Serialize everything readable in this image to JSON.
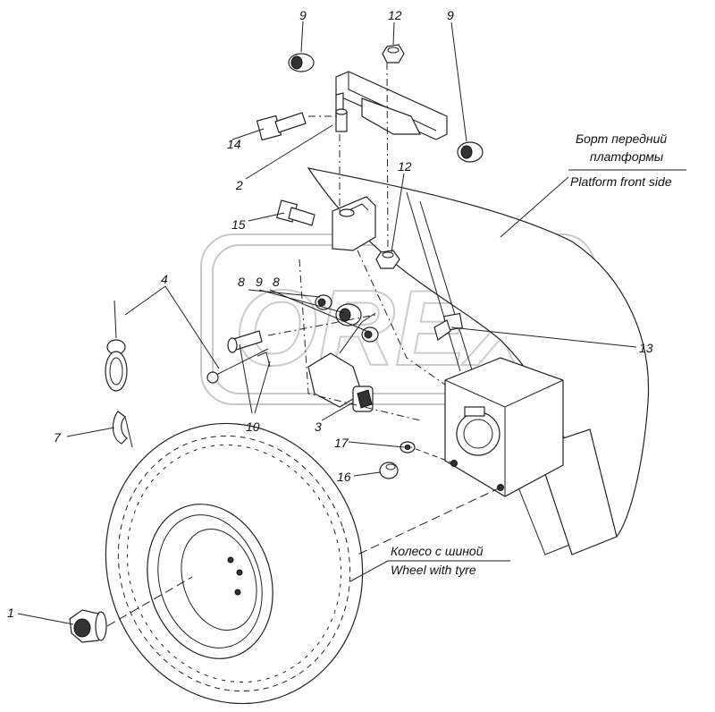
{
  "diagram": {
    "callouts": [
      {
        "id": "c9a",
        "text": "9"
      },
      {
        "id": "c12a",
        "text": "12"
      },
      {
        "id": "c9b",
        "text": "9"
      },
      {
        "id": "c14",
        "text": "14"
      },
      {
        "id": "c2",
        "text": "2"
      },
      {
        "id": "c12b",
        "text": "12"
      },
      {
        "id": "c15",
        "text": "15"
      },
      {
        "id": "c4",
        "text": "4"
      },
      {
        "id": "c8a",
        "text": "8"
      },
      {
        "id": "c9c",
        "text": "9"
      },
      {
        "id": "c8b",
        "text": "8"
      },
      {
        "id": "c13",
        "text": "13"
      },
      {
        "id": "c10",
        "text": "10"
      },
      {
        "id": "c3",
        "text": "3"
      },
      {
        "id": "c7",
        "text": "7"
      },
      {
        "id": "c17",
        "text": "17"
      },
      {
        "id": "c16",
        "text": "16"
      },
      {
        "id": "c1",
        "text": "1"
      }
    ],
    "labels": {
      "platform_ru_line1": "Борт передний",
      "platform_ru_line2": "платформы",
      "platform_en": "Platform front side",
      "wheel_ru": "Колесо с шиной",
      "wheel_en": "Wheel with tyre"
    },
    "watermark_text": "OREX"
  }
}
